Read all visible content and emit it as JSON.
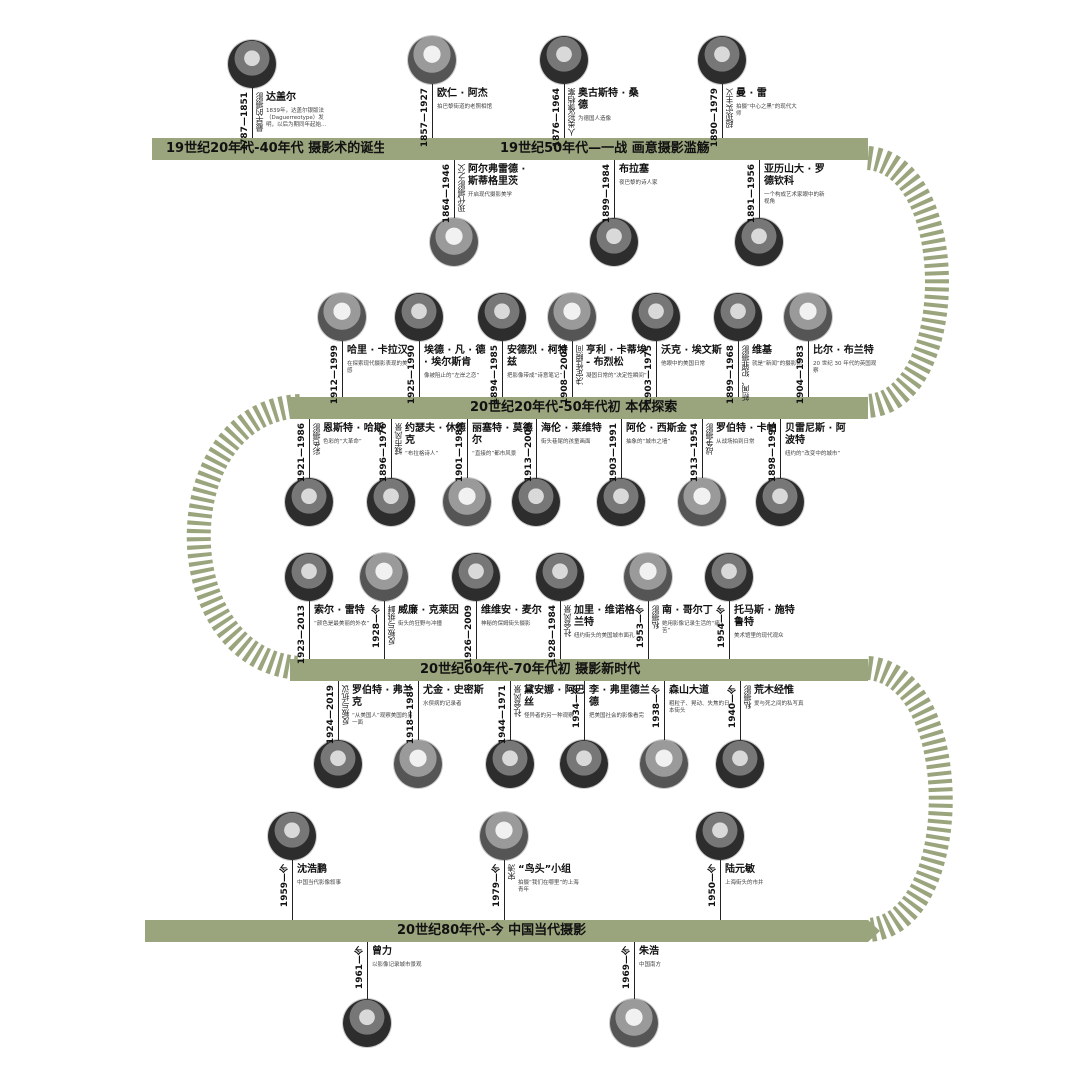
{
  "colors": {
    "band": "#9aa57e",
    "text": "#111111"
  },
  "bands": [
    {
      "id": "b1",
      "label": "19世纪20年代-40年代  摄影术的诞生"
    },
    {
      "id": "b2",
      "label": "19世纪50年代—一战  画意摄影滥觞"
    },
    {
      "id": "b3",
      "label": "20世纪20年代-50年代初  本体探索"
    },
    {
      "id": "b4",
      "label": "20世纪60年代-70年代初  摄影新时代"
    },
    {
      "id": "b5",
      "label": "20世纪80年代-今  中国当代摄影"
    }
  ],
  "people": [
    {
      "name": "达盖尔",
      "dates": "1787—1851",
      "tag": "最早的摄影",
      "note": "1839年，达盖尔银版法（Daguerreotype）发明，以后为期同年起始..."
    },
    {
      "name": "欧仁 · 阿杰",
      "dates": "1857—1927",
      "tag": "",
      "note": "拍巴黎街道的老照相馆"
    },
    {
      "name": "奥古斯特 · 桑德",
      "dates": "1876—1964",
      "tag": "人类形像档案",
      "note": "为德国人造像"
    },
    {
      "name": "曼 · 雷",
      "dates": "1890—1979",
      "tag": "超现实主义",
      "note": "拍摄“中心之黑”的现代大师"
    },
    {
      "name": "阿尔弗雷德 · 斯蒂格里茨",
      "dates": "1864—1946",
      "tag": "现代摄影之父",
      "note": "开启现代摄影美学"
    },
    {
      "name": "布拉塞",
      "dates": "1899—1984",
      "tag": "",
      "note": "夜巴黎的诗人家"
    },
    {
      "name": "亚历山大 · 罗德钦科",
      "dates": "1891—1956",
      "tag": "",
      "note": "一个构成艺术家眼中的新视角"
    },
    {
      "name": "哈里 · 卡拉汉",
      "dates": "1912—1999",
      "tag": "",
      "note": "在探索现代摄影表现的美感"
    },
    {
      "name": "埃德 · 凡 · 德 · 埃尔斯肯",
      "dates": "1925—1990",
      "tag": "",
      "note": "像被阻止的“左岸之恋”"
    },
    {
      "name": "安德烈 · 柯特兹",
      "dates": "1894—1985",
      "tag": "",
      "note": "把影像带成“诗意笔记”"
    },
    {
      "name": "亨利 · 卡蒂埃 - 布烈松",
      "dates": "1908—2004",
      "tag": "决定性瞬间",
      "note": "凝固日常的“决定性瞬间”"
    },
    {
      "name": "沃克 · 埃文斯",
      "dates": "1903—1975",
      "tag": "",
      "note": "他眼中的美国日常"
    },
    {
      "name": "维基",
      "dates": "1899—1968",
      "tag": "新闻、犯罪摄影",
      "note": "就是“新闻”的摄影师"
    },
    {
      "name": "比尔 · 布兰特",
      "dates": "1904—1983",
      "tag": "",
      "note": "20 世纪 30 年代的英国观察"
    },
    {
      "name": "恩斯特 · 哈斯",
      "dates": "1921—1986",
      "tag": "彩色摄影",
      "note": "色彩的“大革命”"
    },
    {
      "name": "约瑟夫 · 休德克",
      "dates": "1896—1976",
      "tag": "城市风景",
      "note": "“布拉格诗人”"
    },
    {
      "name": "丽塞特 · 莫德尔",
      "dates": "1901—1983",
      "tag": "",
      "note": "“直接的”都市风景"
    },
    {
      "name": "海伦 · 莱维特",
      "dates": "1913—2009",
      "tag": "",
      "note": "街头巷尾的孩童画面"
    },
    {
      "name": "阿伦 · 西斯金",
      "dates": "1903—1991",
      "tag": "",
      "note": "抽象的“城市之墙”"
    },
    {
      "name": "罗伯特 · 卡帕",
      "dates": "1913—1954",
      "tag": "战争摄影",
      "note": "从战场拍到日常"
    },
    {
      "name": "贝雷尼斯 · 阿波特",
      "dates": "1898—1991",
      "tag": "",
      "note": "纽约的“改变中的城市”"
    },
    {
      "name": "索尔 · 雷特",
      "dates": "1923—2013",
      "tag": "",
      "note": "“颜色是最美丽的外衣”"
    },
    {
      "name": "威廉 · 克莱因",
      "dates": "1928—今",
      "tag": "反叛与挑衅",
      "note": "街头的狂野与冲撞"
    },
    {
      "name": "维维安 · 麦尔",
      "dates": "1926—2009",
      "tag": "",
      "note": "神秘的保姆街头摄影"
    },
    {
      "name": "加里 · 维诺格兰特",
      "dates": "1928—1984",
      "tag": "社会风景",
      "note": "纽约街头的美国城市面孔"
    },
    {
      "name": "南 · 哥尔丁",
      "dates": "1953—今",
      "tag": "私摄影",
      "note": "她用影像记录生活的“痛苦”"
    },
    {
      "name": "托马斯 · 施特鲁特",
      "dates": "1954—今",
      "tag": "",
      "note": "美术馆里的现代观众"
    },
    {
      "name": "罗伯特 · 弗兰克",
      "dates": "1924—2019",
      "tag": "反叛与抗议",
      "note": "“从美国人”观察美国的另一面"
    },
    {
      "name": "尤金 · 史密斯",
      "dates": "1918—1987",
      "tag": "",
      "note": "水俣病的记录者"
    },
    {
      "name": "黛安娜 · 阿巴丝",
      "dates": "1944—1971",
      "tag": "社会风景",
      "note": "怪异者的另一种观察"
    },
    {
      "name": "李 · 弗里德兰德",
      "dates": "1934—今",
      "tag": "",
      "note": "把美国社会的影像看完"
    },
    {
      "name": "森山大道",
      "dates": "1938—今",
      "tag": "",
      "note": "粗粒子、晃动、失焦的日本街头"
    },
    {
      "name": "荒木经惟",
      "dates": "1940—今",
      "tag": "私摄影",
      "note": "爱与死之间的私写真"
    },
    {
      "name": "沈浩鹏",
      "dates": "1959—今",
      "tag": "",
      "note": "中国当代影像叙事"
    },
    {
      "name": "“鸟头”小组",
      "dates": "1979—今",
      "tag": "宋涛",
      "note": "拍摄“我们在哪里”的上海青年"
    },
    {
      "name": "陆元敏",
      "dates": "1950—今",
      "tag": "",
      "note": "上海街头的市井"
    },
    {
      "name": "曾力",
      "dates": "1961—今",
      "tag": "",
      "note": "以影像记录城市景观"
    },
    {
      "name": "朱浩",
      "dates": "1969—今",
      "tag": "",
      "note": "中国南方"
    }
  ]
}
